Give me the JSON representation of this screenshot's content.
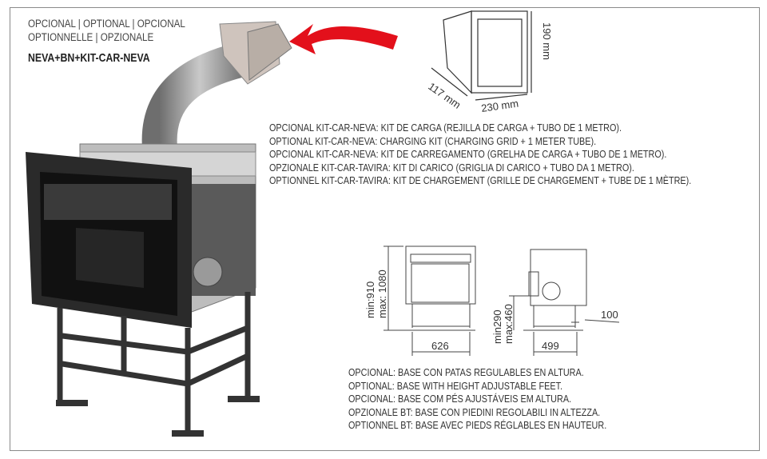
{
  "header": {
    "line1": "OPCIONAL | OPTIONAL | OPCIONAL",
    "line2": "OPTIONNELLE | OPZIONALE",
    "model": "NEVA+BN+KIT-CAR-NEVA"
  },
  "grid_dimensions": {
    "height": "190 mm",
    "depth": "117 mm",
    "width": "230 mm"
  },
  "kit_description": [
    "OPCIONAL KIT-CAR-NEVA: KIT DE CARGA (REJILLA DE CARGA + TUBO DE 1 METRO).",
    "OPTIONAL KIT-CAR-NEVA: CHARGING KIT (CHARGING GRID + 1 METER TUBE).",
    "OPCIONAL KIT-CAR-NEVA: KIT DE CARREGAMENTO (GRELHA DE CARGA + TUBO DE 1 METRO).",
    "OPZIONALE KIT-CAR-TAVIRA: KIT DI CARICO (GRIGLIA DI CARICO + TUBO DA 1 METRO).",
    "OPTIONNEL KIT-CAR-TAVIRA: KIT DE CHARGEMENT (GRILLE DE CHARGEMENT + TUBE DE 1 MÈTRE)."
  ],
  "base_dimensions": {
    "front_height_min": "min:910",
    "front_height_max": "max: 1080",
    "front_width": "626",
    "side_height_min": "min290",
    "side_height_max": "max:460",
    "side_depth": "499",
    "side_offset": "100"
  },
  "base_description": [
    "OPCIONAL: BASE CON PATAS REGULABLES EN ALTURA.",
    "OPTIONAL: BASE WITH HEIGHT ADJUSTABLE FEET.",
    "OPCIONAL: BASE COM PÉS AJUSTÁVEIS EM ALTURA.",
    "OPZIONALE BT: BASE CON PIEDINI REGOLABILI IN ALTEZZA.",
    "OPTIONNEL BT: BASE AVEC PIEDS RÉGLABLES EN HAUTEUR."
  ],
  "colors": {
    "arrow": "#e3101b",
    "frame": "#8a8a8a",
    "stove": "#2a2a2a"
  }
}
